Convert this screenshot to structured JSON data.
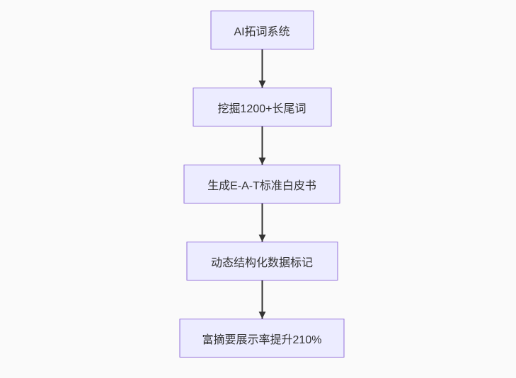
{
  "flowchart": {
    "direction": "top-down",
    "nodes": [
      {
        "label": "AI拓词系统"
      },
      {
        "label": "挖掘1200+长尾词"
      },
      {
        "label": "生成E-A-T标准白皮书"
      },
      {
        "label": "动态结构化数据标记"
      },
      {
        "label": "富摘要展示率提升210%"
      }
    ],
    "edges": [
      {
        "from": 0,
        "to": 1,
        "style": "arrow"
      },
      {
        "from": 1,
        "to": 2,
        "style": "arrow"
      },
      {
        "from": 2,
        "to": 3,
        "style": "arrow"
      },
      {
        "from": 3,
        "to": 4,
        "style": "arrow"
      }
    ],
    "colors": {
      "node_fill": "#ECECFF",
      "node_border": "#9370DB",
      "node_text": "#333333",
      "arrow": "#333333",
      "background": "#FAFAFA"
    }
  }
}
